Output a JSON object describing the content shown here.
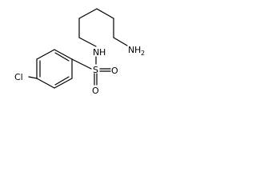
{
  "molecule": {
    "atoms": {
      "chlorine": "Cl",
      "sulfur": "S",
      "oxygen_1": "O",
      "oxygen_2": "O",
      "amide_nitrogen": "N",
      "amide_hydrogen": "H",
      "amine_nitrogen": "N",
      "amine_hydrogen": "H",
      "amine_subscript": "2"
    },
    "colors": {
      "bond": "#000000",
      "text": "#000000",
      "background": "#ffffff"
    }
  }
}
